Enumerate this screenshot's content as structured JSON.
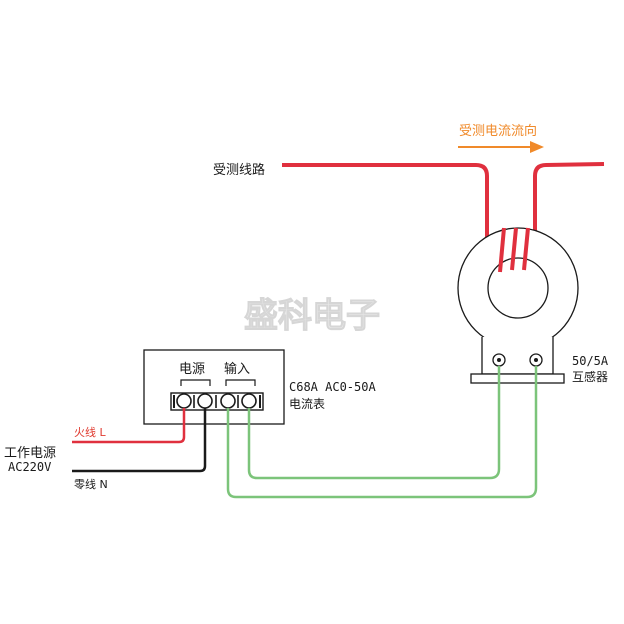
{
  "labels": {
    "current_direction": "受测电流流向",
    "measured_line": "受测线路",
    "meter_power": "电源",
    "meter_input": "输入",
    "meter_model": "C68A AC0-50A",
    "meter_name": "电流表",
    "ct_ratio": "50/5A",
    "ct_name": "互感器",
    "live_wire": "火线 L",
    "neutral_wire": "零线 N",
    "supply_title": "工作电源",
    "supply_voltage": "AC220V"
  },
  "watermark": "盛科电子",
  "colors": {
    "measured_line": "#e0303e",
    "live_wire": "#e0303e",
    "neutral_wire": "#1a1a1a",
    "ct_wire": "#7cc47a",
    "arrow": "#f08a2a",
    "outline": "#1a1a1a"
  },
  "icons": {
    "direction_arrow": "arrow-right",
    "terminal": "screw-terminal"
  }
}
